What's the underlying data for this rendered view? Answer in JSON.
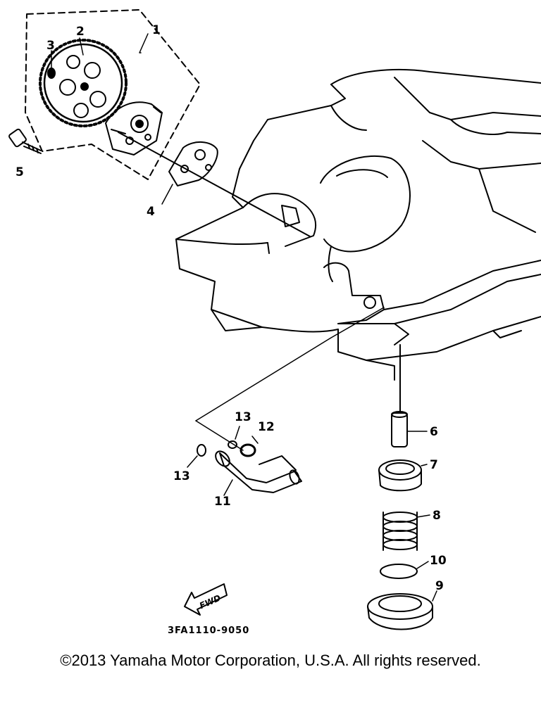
{
  "diagram": {
    "callouts": {
      "c1": "1",
      "c2": "2",
      "c3": "3",
      "c4": "4",
      "c5": "5",
      "c6": "6",
      "c7": "7",
      "c8": "8",
      "c9": "9",
      "c10": "10",
      "c11": "11",
      "c12": "12",
      "c13a": "13",
      "c13b": "13"
    },
    "fwd_label": "FWD",
    "part_code": "3FA1110-9050"
  },
  "copyright": "©2013 Yamaha Motor Corporation, U.S.A. All rights reserved."
}
